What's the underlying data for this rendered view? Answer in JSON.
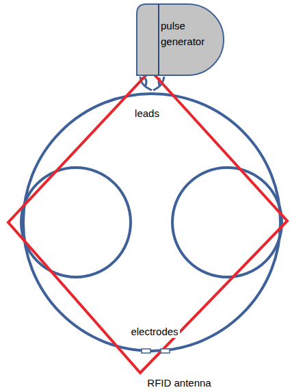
{
  "diagram": {
    "nodes": [
      {
        "text": [
          "pulse generator"
        ]
      }
    ],
    "labels": [
      "leads",
      "electrodes",
      "RFID antenna"
    ]
  }
}
